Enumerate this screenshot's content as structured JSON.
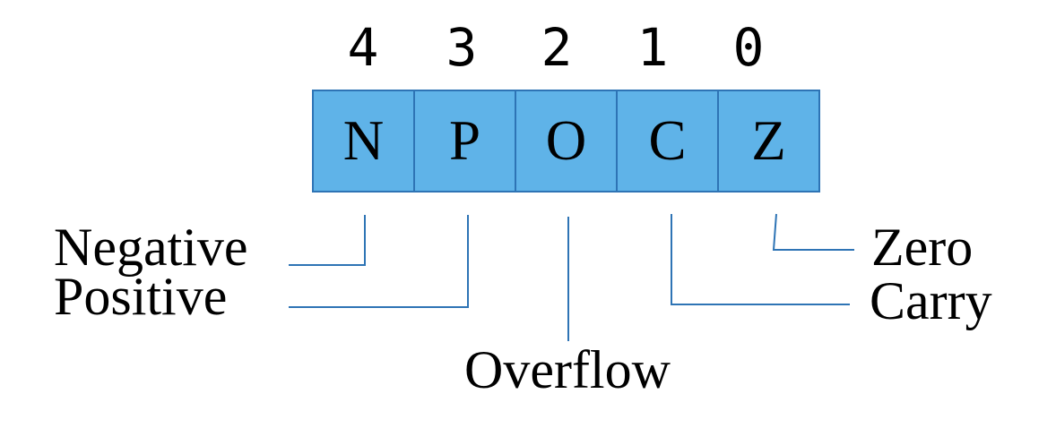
{
  "register": {
    "bits": [
      {
        "index": "4",
        "flag": "N",
        "label": "Negative"
      },
      {
        "index": "3",
        "flag": "P",
        "label": "Positive"
      },
      {
        "index": "2",
        "flag": "O",
        "label": "Overflow"
      },
      {
        "index": "1",
        "flag": "C",
        "label": "Carry"
      },
      {
        "index": "0",
        "flag": "Z",
        "label": "Zero"
      }
    ]
  },
  "colors": {
    "cell_fill": "#5fb3e8",
    "cell_border": "#2e74b5",
    "connector": "#2e74b5",
    "text": "#000000",
    "background": "#ffffff"
  }
}
